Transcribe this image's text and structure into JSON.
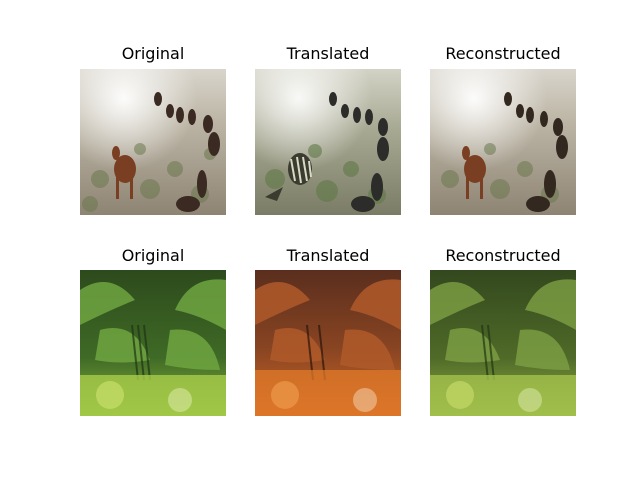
{
  "figure": {
    "rows": [
      {
        "scene": "wild horses running through dusty scrubland",
        "panels": [
          {
            "title": "Original"
          },
          {
            "title": "Translated"
          },
          {
            "title": "Reconstructed"
          }
        ]
      },
      {
        "scene": "dense green jungle foliage with a hidden zebra",
        "panels": [
          {
            "title": "Original"
          },
          {
            "title": "Translated"
          },
          {
            "title": "Reconstructed"
          }
        ]
      }
    ]
  }
}
